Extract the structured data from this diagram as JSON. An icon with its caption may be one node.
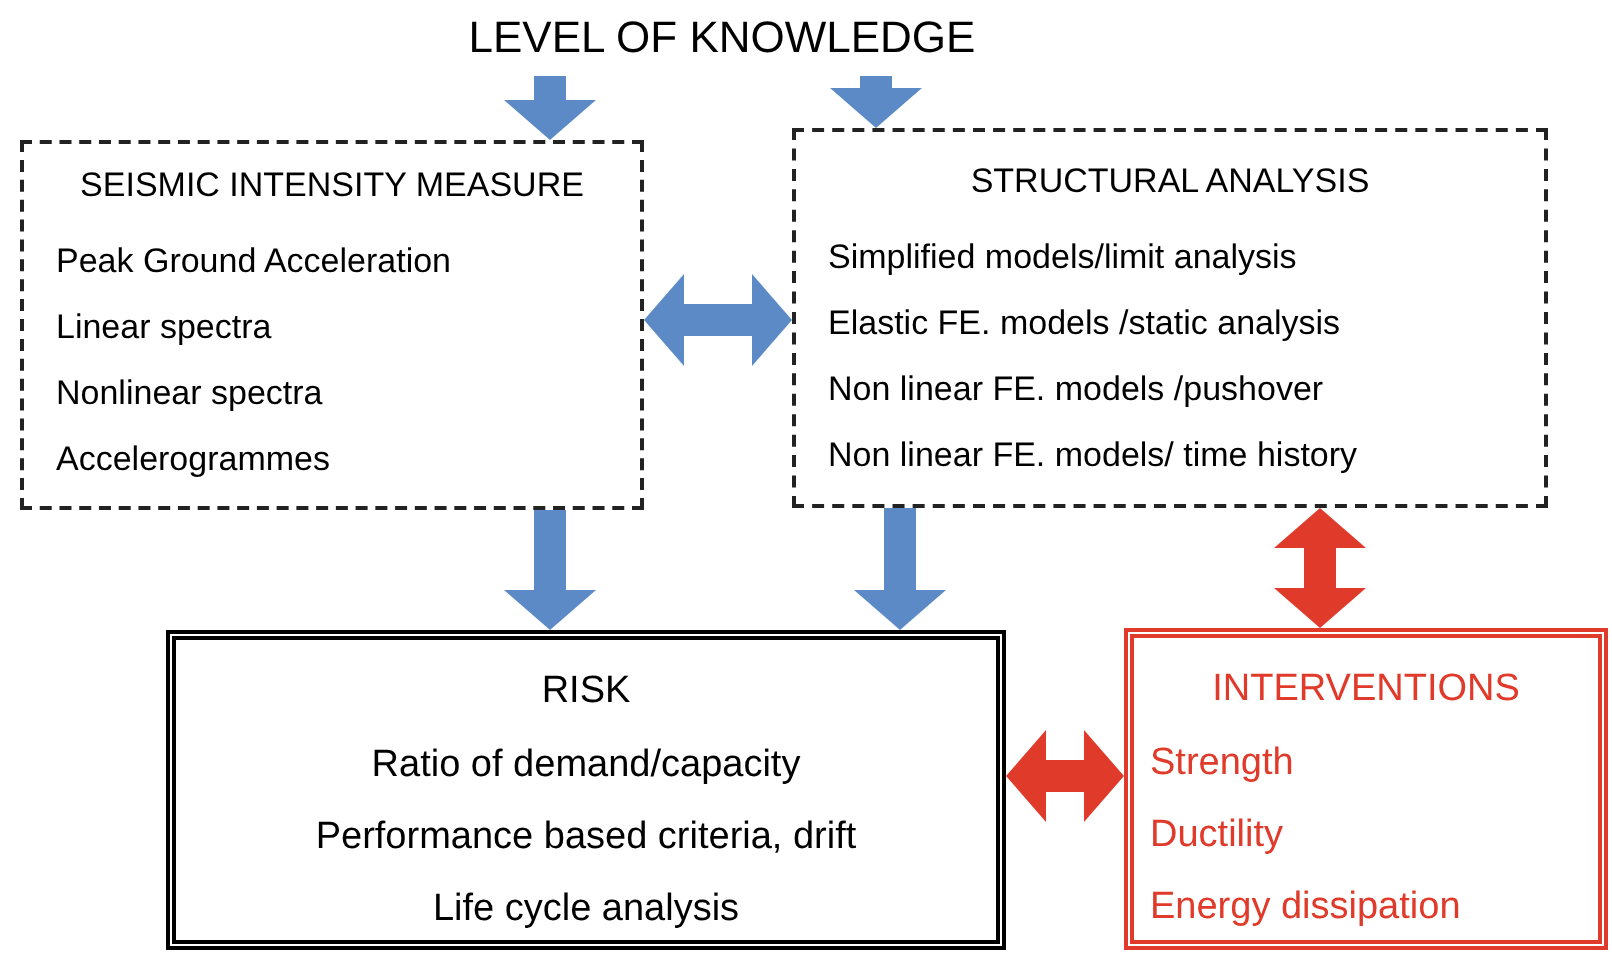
{
  "diagram": {
    "nodes": [
      {
        "text": [
          "LEVEL OF KNOWLEDGE"
        ]
      },
      {
        "text": [
          "SEISMIC INTENSITY MEASURE",
          "Peak Ground Acceleration",
          "Linear spectra",
          "Nonlinear spectra",
          "Accelerogrammes"
        ]
      },
      {
        "text": [
          "STRUCTURAL ANALYSIS",
          "Simplified models/limit analysis",
          "Elastic FE. models /static analysis",
          "Non linear FE. models /pushover",
          "Non linear FE. models/ time history"
        ]
      },
      {
        "text": [
          "RISK",
          "Ratio of demand/capacity",
          "Performance based criteria, drift",
          "Life cycle analysis"
        ]
      },
      {
        "text": [
          "INTERVENTIONS",
          "Strength",
          "Ductility",
          "Energy dissipation"
        ]
      }
    ],
    "edges": [
      {
        "from": 0,
        "to": 1,
        "arrow": "to"
      },
      {
        "from": 0,
        "to": 2,
        "arrow": "to"
      },
      {
        "from": 1,
        "to": 2,
        "arrow": "both"
      },
      {
        "from": 1,
        "to": 3,
        "arrow": "to"
      },
      {
        "from": 2,
        "to": 3,
        "arrow": "to"
      },
      {
        "from": 2,
        "to": 4,
        "arrow": "both",
        "color": "#e03a2a"
      },
      {
        "from": 3,
        "to": 4,
        "arrow": "both",
        "color": "#e03a2a"
      }
    ]
  }
}
